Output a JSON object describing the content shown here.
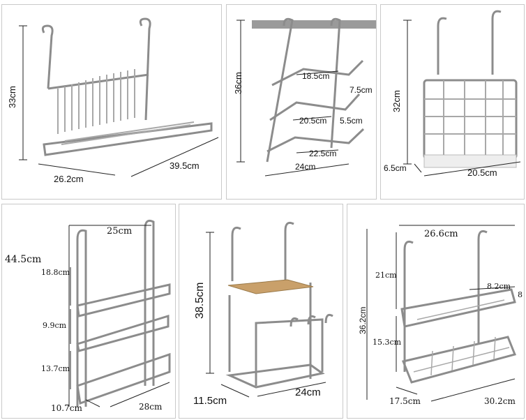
{
  "panels": [
    {
      "name": "dish-rack",
      "labels": {
        "height": "33cm",
        "depth": "26.2cm",
        "width": "39.5cm"
      }
    },
    {
      "name": "pot-lid-rack",
      "labels": {
        "height": "36cm",
        "l1": "18.5cm",
        "l2": "7.5cm",
        "l3": "20.5cm",
        "l4": "5.5cm",
        "l5": "22.5cm",
        "width": "24cm"
      }
    },
    {
      "name": "utensil-holder",
      "labels": {
        "height": "32cm",
        "depth": "6.5cm",
        "width": "20.5cm"
      }
    },
    {
      "name": "three-tier-rack",
      "labels": {
        "total": "44.5cm",
        "top": "25cm",
        "s1": "18.8cm",
        "s2": "9.9cm",
        "s3": "13.7cm",
        "depth": "10.7cm",
        "width": "28cm"
      }
    },
    {
      "name": "knife-block-rack",
      "labels": {
        "height": "38.5cm",
        "depth": "11.5cm",
        "width": "24cm"
      }
    },
    {
      "name": "two-tier-rack",
      "labels": {
        "top": "26.6cm",
        "h1": "21cm",
        "shelf": "8.2cm",
        "edge": "8",
        "total": "36.2cm",
        "h2": "15.3cm",
        "depth": "17.5cm",
        "width": "30.2cm"
      }
    }
  ],
  "colors": {
    "metal": "#8c8c8c",
    "metal_light": "#d8d8d8",
    "wood": "#c9a06a",
    "dim_line": "#222222",
    "border": "#c9c9c9"
  }
}
